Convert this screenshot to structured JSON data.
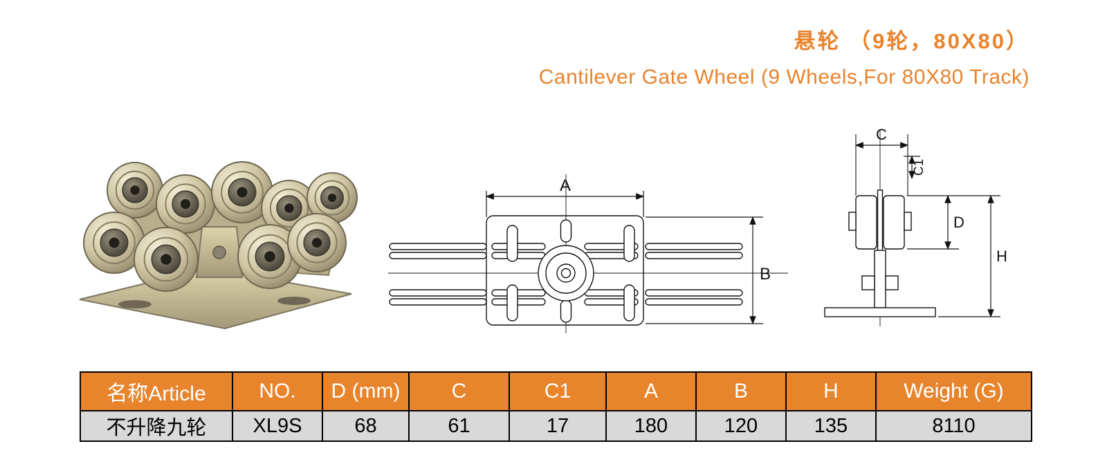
{
  "header": {
    "title_zh": "悬轮 （9轮，80X80）",
    "title_en": "Cantilever Gate Wheel (9 Wheels,For 80X80 Track)"
  },
  "diagram": {
    "labels": {
      "a": "A",
      "b": "B",
      "c": "C",
      "c1": "C1",
      "d": "D",
      "h": "H"
    }
  },
  "table": {
    "headers": [
      "名称Article",
      "NO.",
      "D (mm)",
      "C",
      "C1",
      "A",
      "B",
      "H",
      "Weight (G)"
    ],
    "rows": [
      [
        "不升降九轮",
        "XL9S",
        "68",
        "61",
        "17",
        "180",
        "120",
        "135",
        "8110"
      ]
    ]
  },
  "colors": {
    "accent_orange": "#e8832c",
    "table_header_bg": "#e8852c",
    "table_row_bg": "#d9d9d9",
    "line_color": "#111111"
  }
}
